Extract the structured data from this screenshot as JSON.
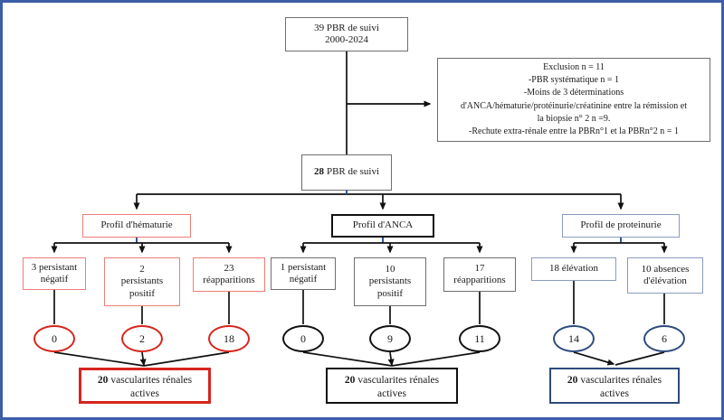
{
  "frame": {
    "border_color": "#3b5ea6",
    "background": "#ffffff"
  },
  "colors": {
    "red_strong": "#d6251d",
    "red_light": "#ef7e77",
    "black": "#111111",
    "gray_border": "#6f6f6f",
    "navy": "#2e4a7e",
    "blue_gray": "#8b9cc0",
    "connector_blue": "#2e5496"
  },
  "root_box": {
    "text": "39 PBR de suivi\n2000-2024"
  },
  "exclusion_box": {
    "text": "Exclusion n = 11\n-PBR systématique n = 1\n-Moins de 3 déterminations\nd'ANCA/hématurie/protéinurie/créatinine entre la rémission et\nla biopsie n° 2 n =9.\n-Rechute extra-rénale entre la PBRn°1 et la PBRn°2 n = 1"
  },
  "followup_box": {
    "count": "28",
    "label": "PBR de suivi"
  },
  "branches": [
    {
      "name": "hematurie",
      "theme": "red",
      "profile_label": "Profil d'hématurie",
      "children": [
        {
          "label": "3 persistant\nnégatif"
        },
        {
          "label": "2\npersistants\npositif"
        },
        {
          "label": "23\nréapparitions"
        }
      ],
      "ellipses": [
        "0",
        "2",
        "18"
      ],
      "outcome": {
        "count": "20",
        "label": "vascularites rénales actives"
      }
    },
    {
      "name": "anca",
      "theme": "black",
      "profile_label": "Profil d'ANCA",
      "children": [
        {
          "label": "1 persistant\nnégatif"
        },
        {
          "label": "10\npersistants\npositif"
        },
        {
          "label": "17\nréapparitions"
        }
      ],
      "ellipses": [
        "0",
        "9",
        "11"
      ],
      "outcome": {
        "count": "20",
        "label": "vascularites rénales actives"
      }
    },
    {
      "name": "proteinurie",
      "theme": "navy",
      "profile_label": "Profil de proteinurie",
      "children": [
        {
          "label": "18 élévation"
        },
        {
          "label": "10 absences\nd'élévation"
        }
      ],
      "ellipses": [
        "14",
        "6"
      ],
      "outcome": {
        "count": "20",
        "label": "vascularites rénales actives"
      }
    }
  ]
}
